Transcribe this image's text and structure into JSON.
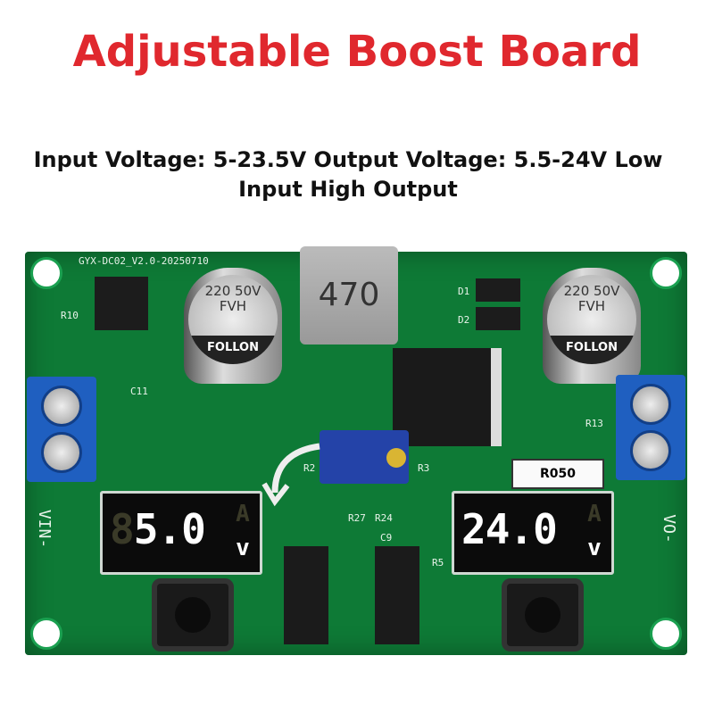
{
  "title": "Adjustable Boost Board",
  "subtitle": "Input Voltage: 5-23.5V Output Voltage: 5.5-24V Low Input  High Output",
  "board": {
    "model_label": "GYX-DC02_V2.0-20250710",
    "inductor_label": "470",
    "capacitor_label": "220 50V FVH",
    "capacitor_brand": "FOLLON",
    "resistor_label": "R050",
    "input_label": "VIN-",
    "output_label": "VO-",
    "input_display": {
      "ghost": "8",
      "value": "5.0",
      "unit_a": "A",
      "unit_v": "v"
    },
    "output_display": {
      "ghost": "",
      "value": "24.0",
      "unit_a": "A",
      "unit_v": "v"
    },
    "silk_labels": [
      "D1",
      "D2",
      "R10",
      "C11",
      "R2",
      "R3",
      "R27",
      "R24",
      "R5",
      "R13",
      "C9"
    ]
  },
  "colors": {
    "title": "#e0282e",
    "pcb": "#0e7a36",
    "terminal": "#1f5fc0"
  }
}
